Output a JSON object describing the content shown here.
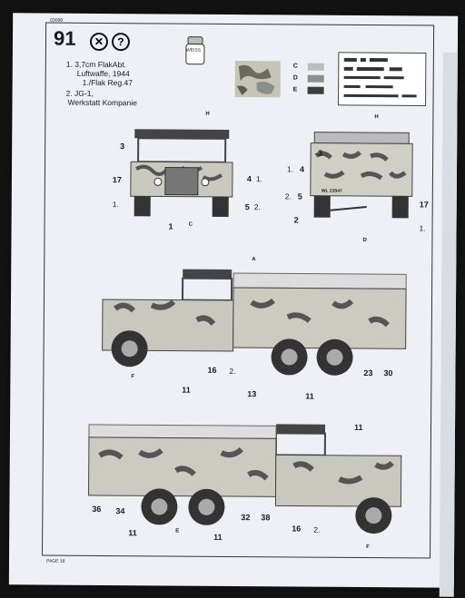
{
  "page_code": "03098",
  "step": "91",
  "paint": {
    "label": "WEISS"
  },
  "version1": {
    "lines": [
      "1. 3,7cm FlakAbt.",
      "Luftwaffe, 1944",
      "1./Flak Reg.47"
    ]
  },
  "version2": {
    "lines": [
      "2. JG-1,",
      "Werkstatt Kompanie"
    ]
  },
  "camo_refs": [
    "C",
    "D",
    "E"
  ],
  "callouts": {
    "front": {
      "a": "3",
      "b": "17",
      "c": "1.",
      "d": "4",
      "e": "1.",
      "f": "5",
      "g": "2.",
      "h": "1",
      "i": "C",
      "j": "H"
    },
    "rear": {
      "a": "1.",
      "b": "4",
      "c": "2.",
      "d": "5",
      "e": "17",
      "f": "1.",
      "g": "2",
      "h": "3",
      "i": "D",
      "j": "H",
      "plate": "WL 23547"
    },
    "side1": {
      "a": "A",
      "b": "F",
      "c": "11",
      "d": "16",
      "e": "2.",
      "f": "13",
      "g": "11",
      "h": "23",
      "i": "30"
    },
    "side2": {
      "a": "11",
      "b": "36",
      "c": "34",
      "d": "11",
      "e": "E",
      "f": "11",
      "g": "32",
      "h": "38",
      "i": "16",
      "j": "2.",
      "k": "F"
    }
  },
  "footer": "PAGE 18"
}
